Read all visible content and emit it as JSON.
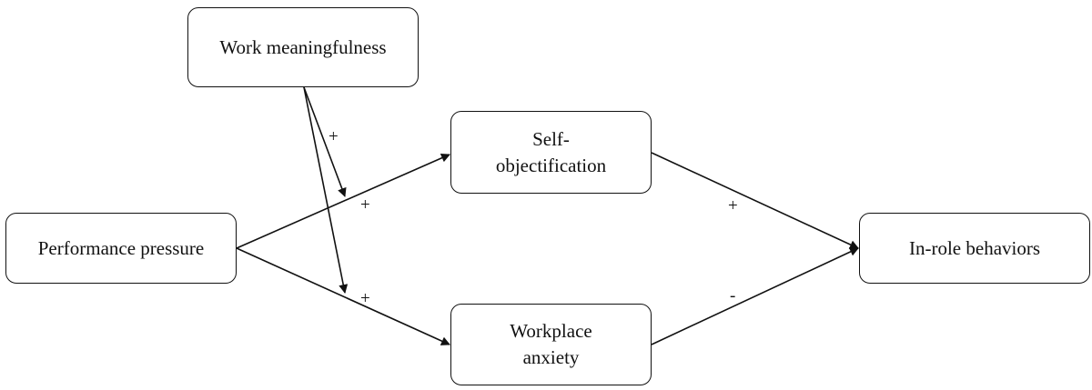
{
  "nodes": {
    "work_meaningfulness": [
      "Work meaningfulness"
    ],
    "self_objectification": [
      "Self-",
      "objectification"
    ],
    "performance_pressure": [
      "Performance pressure"
    ],
    "workplace_anxiety": [
      "Workplace",
      "anxiety"
    ],
    "in_role_behaviors": [
      "In-role behaviors"
    ]
  },
  "edges": [
    {
      "from": "performance_pressure",
      "to": "self_objectification",
      "sign": "+"
    },
    {
      "from": "performance_pressure",
      "to": "workplace_anxiety",
      "sign": "+"
    },
    {
      "from": "self_objectification",
      "to": "in_role_behaviors",
      "sign": "+"
    },
    {
      "from": "workplace_anxiety",
      "to": "in_role_behaviors",
      "sign": "-"
    },
    {
      "from": "work_meaningfulness",
      "to": "performance_pressure → self_objectification",
      "sign": "+"
    },
    {
      "from": "work_meaningfulness",
      "to": "performance_pressure → workplace_anxiety",
      "sign": ""
    }
  ],
  "colors": {
    "line": "#111111",
    "box_border": "#111111",
    "background": "#ffffff"
  }
}
